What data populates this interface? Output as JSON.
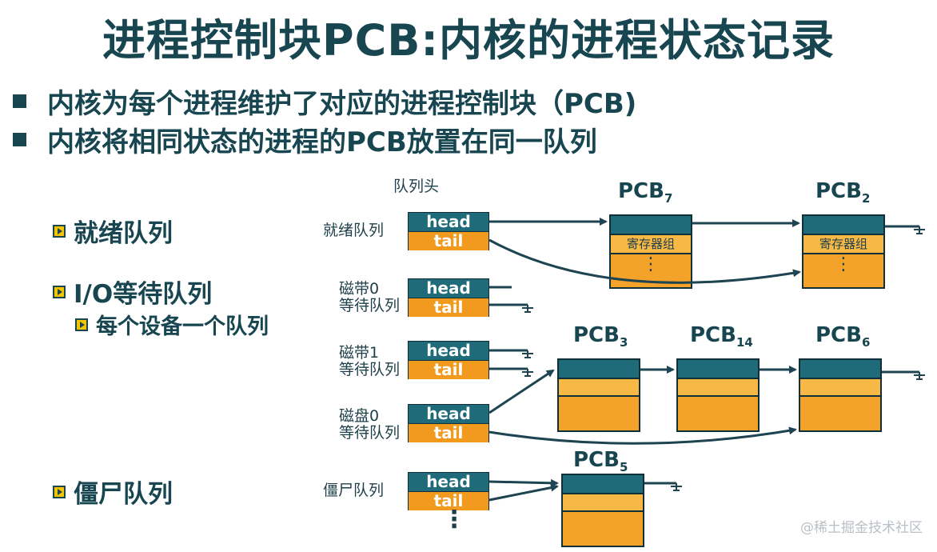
{
  "title": "进程控制块PCB:内核的进程状态记录",
  "bullets": [
    "内核为每个进程维护了对应的进程控制块（PCB)",
    "内核将相同状态的进程的PCB放置在同一队列"
  ],
  "queue_types": {
    "ready": "就绪队列",
    "io_wait": "I/O等待队列",
    "io_wait_sub": "每个设备一个队列",
    "zombie": "僵尸队列"
  },
  "queue_head_label": "队列头",
  "queues": {
    "ready": {
      "label": "就绪队列"
    },
    "tape0": {
      "label_line1": "磁带0",
      "label_line2": "等待队列"
    },
    "tape1": {
      "label_line1": "磁带1",
      "label_line2": "等待队列"
    },
    "disk0": {
      "label_line1": "磁盘0",
      "label_line2": "等待队列"
    },
    "zombie": {
      "label": "僵尸队列"
    }
  },
  "pointer_fields": {
    "head": "head",
    "tail": "tail"
  },
  "pcbs": {
    "pcb7": {
      "base": "PCB",
      "num": "7",
      "register_label": "寄存器组"
    },
    "pcb2": {
      "base": "PCB",
      "num": "2",
      "register_label": "寄存器组"
    },
    "pcb3": {
      "base": "PCB",
      "num": "3"
    },
    "pcb14": {
      "base": "PCB",
      "num": "14"
    },
    "pcb6": {
      "base": "PCB",
      "num": "6"
    },
    "pcb5": {
      "base": "PCB",
      "num": "5"
    }
  },
  "ellipsis": "⋮",
  "watermark": "@稀土掘金技术社区",
  "colors": {
    "header": "#1f6b7a",
    "body": "#f5a22a",
    "text": "#174550"
  }
}
